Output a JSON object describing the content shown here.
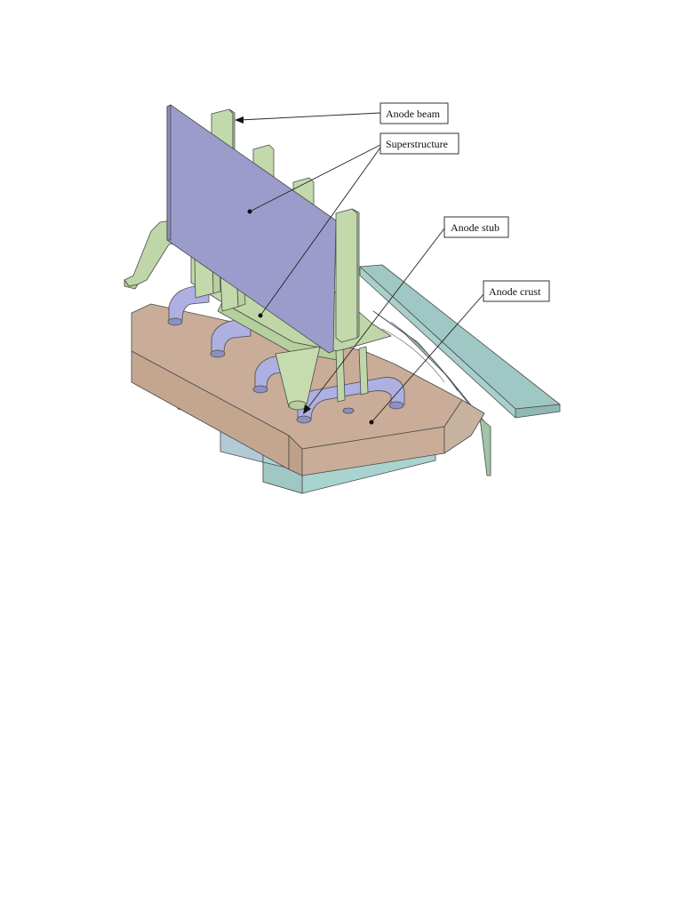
{
  "labels": {
    "anode_beam": "Anode beam",
    "superstructure": "Superstructure",
    "anode_stub": "Anode stub",
    "anode_crust": "Anode crust"
  },
  "colors": {
    "beam_plate": "#9b9ccb",
    "superstructure": "#bfd7a8",
    "crust": "#c9ad98",
    "stub": "#aeb0e2",
    "anode_block": "#a9d3cf",
    "side_slab": "#9fc8c5"
  }
}
